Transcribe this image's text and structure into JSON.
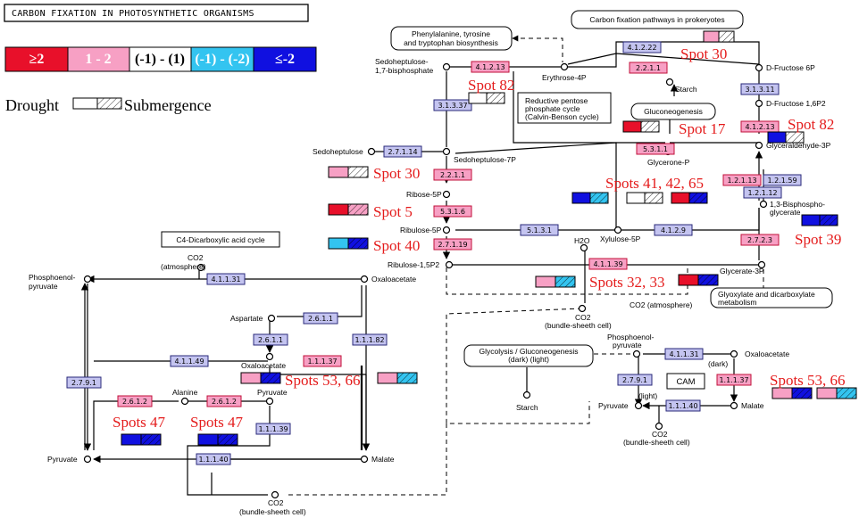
{
  "header": {
    "title": "CARBON FIXATION IN PHOTOSYNTHETIC ORGANISMS"
  },
  "scale": {
    "items": [
      {
        "label": "≥2",
        "color": "#e8102a",
        "text_color": "#ffffff"
      },
      {
        "label": "1 - 2",
        "color": "#f7a0c4",
        "text_color": "#ffffff"
      },
      {
        "label": "(-1) - (1)",
        "color": "#ffffff",
        "text_color": "#000000"
      },
      {
        "label": "(-1) - (-2)",
        "color": "#33c4f0",
        "text_color": "#ffffff"
      },
      {
        "label": "≤-2",
        "color": "#1010e0",
        "text_color": "#ffffff"
      }
    ]
  },
  "legend": {
    "left_label": "Drought",
    "right_label": "Submergence"
  },
  "pathway_labels": {
    "c4": "C4-Dicarboxylic acid cycle",
    "prokaryotes": "Carbon fixation pathways in prokeryotes",
    "phe": [
      "Phenylalanine, tyrosine",
      "and tryptophan biosynthesis"
    ],
    "ppp": [
      "Reductive pentose",
      "phosphate cycle",
      "(Calvin-Benson cycle)"
    ],
    "gluconeogenesis": "Gluconeogenesis",
    "glyoxylate": [
      "Glyoxylate and dicarboxylate",
      "metabolism"
    ],
    "glycolysis": [
      "Glycolysis / Gluconeogenesis",
      "(dark)          (light)"
    ],
    "cam": "CAM"
  },
  "compounds": {
    "sedoheptulose_bp": [
      "Sedoheptulose-",
      "1,7-bisphosphate"
    ],
    "erythrose4p": "Erythrose-4P",
    "d_fructose6p": "D-Fructose 6P",
    "starch_top": "Starch",
    "d_fructose16p2": "D-Fructose 1,6P2",
    "glyceraldehyde3p": "Glyceraldehyde-3P",
    "glycerone_p": "Glycerone-P",
    "sedoheptulose": "Sedoheptulose",
    "sedoheptulose7p": "Sedoheptulose-7P",
    "ribose5p": "Ribose-5P",
    "ribulose5p": "Ribulose-5P",
    "xylulose5p": "Xylulose-5P",
    "bisphosphoglycerate": [
      "1,3-Bisphospho-",
      "glycerate"
    ],
    "h2o": "H2O",
    "ribulose15p2": "Ribulose-1,5P2",
    "glycerate3p": "Glycerate-3P",
    "co2_atm": [
      "CO2",
      "(atmosphere)"
    ],
    "pep_left": [
      "Phosphoenol-",
      "pyruvate"
    ],
    "oxaloacetate_top": "Oxaloacetate",
    "aspartate": "Aspartate",
    "co2_bundle_mid": [
      "CO2",
      "(bundle-sheeth cell)"
    ],
    "co2_atm2": "CO2 (atmosphere)",
    "oxaloacetate_mid": "Oxaloacetate",
    "alanine": "Alanine",
    "pyruvate_mid": "Pyruvate",
    "pyruvate_left": "Pyruvate",
    "malate_left": "Malate",
    "co2_bundle_bottom": [
      "CO2",
      "(bundle-sheeth cell)"
    ],
    "pep_right": [
      "Phosphoenol-",
      "pyruvate"
    ],
    "oxaloacetate_right": "Oxaloacetate",
    "dark": "(dark)",
    "light": "(light)",
    "pyruvate_right": "Pyruvate",
    "malate_right": "Malate",
    "co2_bundle_right": [
      "CO2",
      "(bundle-sheeth cell)"
    ],
    "starch_bottom": "Starch"
  },
  "enzymes": [
    {
      "id": "ec-4-1-2-22",
      "label": "4.1.2.22",
      "highlight": false
    },
    {
      "id": "ec-4-1-2-13-a",
      "label": "4.1.2.13",
      "highlight": true
    },
    {
      "id": "ec-2-2-1-1-a",
      "label": "2.2.1.1",
      "highlight": true
    },
    {
      "id": "ec-3-1-3-11",
      "label": "3.1.3.11",
      "highlight": false
    },
    {
      "id": "ec-3-1-3-37",
      "label": "3.1.3.37",
      "highlight": false
    },
    {
      "id": "ec-4-1-2-13-b",
      "label": "4.1.2.13",
      "highlight": true
    },
    {
      "id": "ec-5-3-1-1",
      "label": "5.3.1.1",
      "highlight": true
    },
    {
      "id": "ec-2-7-1-14",
      "label": "2.7.1.14",
      "highlight": false
    },
    {
      "id": "ec-2-2-1-1-b",
      "label": "2.2.1.1",
      "highlight": true
    },
    {
      "id": "ec-1-2-1-13",
      "label": "1.2.1.13",
      "highlight": true
    },
    {
      "id": "ec-1-2-1-59",
      "label": "1.2.1.59",
      "highlight": false
    },
    {
      "id": "ec-1-2-1-12",
      "label": "1.2.1.12",
      "highlight": false
    },
    {
      "id": "ec-5-3-1-6",
      "label": "5.3.1.6",
      "highlight": true
    },
    {
      "id": "ec-5-1-3-1",
      "label": "5.1.3.1",
      "highlight": false
    },
    {
      "id": "ec-4-1-2-9",
      "label": "4.1.2.9",
      "highlight": false
    },
    {
      "id": "ec-2-7-1-19",
      "label": "2.7.1.19",
      "highlight": true
    },
    {
      "id": "ec-2-7-2-3",
      "label": "2.7.2.3",
      "highlight": true
    },
    {
      "id": "ec-4-1-1-39",
      "label": "4.1.1.39",
      "highlight": true
    },
    {
      "id": "ec-4-1-1-31-a",
      "label": "4.1.1.31",
      "highlight": false
    },
    {
      "id": "ec-2-6-1-1-a",
      "label": "2.6.1.1",
      "highlight": false
    },
    {
      "id": "ec-2-6-1-1-b",
      "label": "2.6.1.1",
      "highlight": false
    },
    {
      "id": "ec-1-1-1-82",
      "label": "1.1.1.82",
      "highlight": false
    },
    {
      "id": "ec-4-1-1-49",
      "label": "4.1.1.49",
      "highlight": false
    },
    {
      "id": "ec-1-1-1-37-a",
      "label": "1.1.1.37",
      "highlight": true
    },
    {
      "id": "ec-2-7-9-1-a",
      "label": "2.7.9.1",
      "highlight": false
    },
    {
      "id": "ec-2-6-1-2-a",
      "label": "2.6.1.2",
      "highlight": true
    },
    {
      "id": "ec-2-6-1-2-b",
      "label": "2.6.1.2",
      "highlight": true
    },
    {
      "id": "ec-1-1-1-39",
      "label": "1.1.1.39",
      "highlight": false
    },
    {
      "id": "ec-1-1-1-40-a",
      "label": "1.1.1.40",
      "highlight": false
    },
    {
      "id": "ec-4-1-1-31-b",
      "label": "4.1.1.31",
      "highlight": false
    },
    {
      "id": "ec-2-7-9-1-b",
      "label": "2.7.9.1",
      "highlight": false
    },
    {
      "id": "ec-1-1-1-37-b",
      "label": "1.1.1.37",
      "highlight": true
    },
    {
      "id": "ec-1-1-1-40-b",
      "label": "1.1.1.40",
      "highlight": false
    }
  ],
  "spots": {
    "spot30_top": "Spot 30",
    "spot82_left": "Spot 82",
    "spot17": "Spot 17",
    "spot82_right": "Spot 82",
    "spot30": "Spot 30",
    "spots41": "Spots 41, 42, 65",
    "spot5": "Spot 5",
    "spot40": "Spot 40",
    "spot39": "Spot 39",
    "spots3233": "Spots 32, 33",
    "spots5366_left": "Spots 53, 66",
    "spots5366_right": "Spots 53, 66",
    "spots47_a": "Spots 47",
    "spots47_b": "Spots 47"
  },
  "expression_pairs": {
    "spot30_top": [
      "#f7a0c4",
      "#ffffff"
    ],
    "spot82_left": [
      "#ffffff",
      "#ffffff"
    ],
    "spot17": [
      "#e8102a",
      "#ffffff"
    ],
    "spot82_right": [
      "#1010e0",
      "#ffffff"
    ],
    "spot30": [
      "#f7a0c4",
      "#ffffff"
    ],
    "spots41_a": [
      "#1010e0",
      "#33c4f0"
    ],
    "spots41_b": [
      "#ffffff",
      "#ffffff"
    ],
    "spots41_c": [
      "#e8102a",
      "#1010e0"
    ],
    "spot5": [
      "#e8102a",
      "#f7a0c4"
    ],
    "spot40": [
      "#33c4f0",
      "#1010e0"
    ],
    "spot39": [
      "#1010e0",
      "#1010e0"
    ],
    "spots3233_a": [
      "#f7a0c4",
      "#33c4f0"
    ],
    "spots3233_b": [
      "#e8102a",
      "#1010e0"
    ],
    "spots5366_left_a": [
      "#f7a0c4",
      "#1010e0"
    ],
    "spots5366_left_b": [
      "#f7a0c4",
      "#33c4f0"
    ],
    "spots5366_right_a": [
      "#f7a0c4",
      "#1010e0"
    ],
    "spots5366_right_b": [
      "#f7a0c4",
      "#33c4f0"
    ],
    "spots47_a": [
      "#1010e0",
      "#1010e0"
    ],
    "spots47_b": [
      "#1010e0",
      "#1010e0"
    ]
  }
}
